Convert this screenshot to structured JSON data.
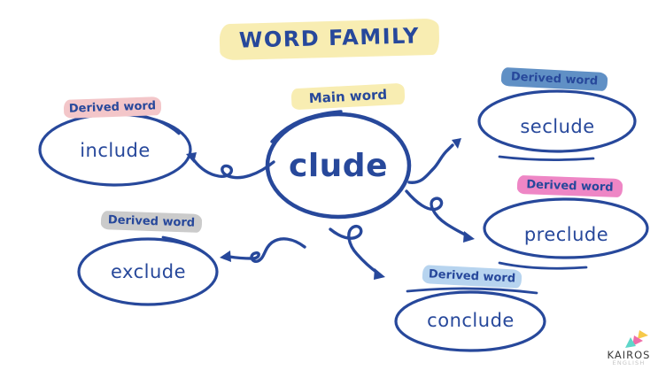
{
  "title": "WORD FAMILY",
  "center": {
    "chip": "Main word",
    "word": "clude",
    "chip_color": "#f8edb2"
  },
  "nodes": [
    {
      "chip": "Derived word",
      "word": "include",
      "chip_color": "#f3c6c9"
    },
    {
      "chip": "Derived word",
      "word": "seclude",
      "chip_color": "#6090c5"
    },
    {
      "chip": "Derived word",
      "word": "preclude",
      "chip_color": "#ee86c5"
    },
    {
      "chip": "Derived word",
      "word": "exclude",
      "chip_color": "#cbcbcb"
    },
    {
      "chip": "Derived word",
      "word": "conclude",
      "chip_color": "#b7d4ef"
    }
  ],
  "colors": {
    "ink": "#27489b",
    "title_highlight": "#f8edb2"
  },
  "logo": {
    "name": "KAIROS",
    "subtitle": "ENGLISH",
    "triangle_colors": [
      "#f6c94a",
      "#ef6ea8",
      "#5fd6c9"
    ]
  }
}
